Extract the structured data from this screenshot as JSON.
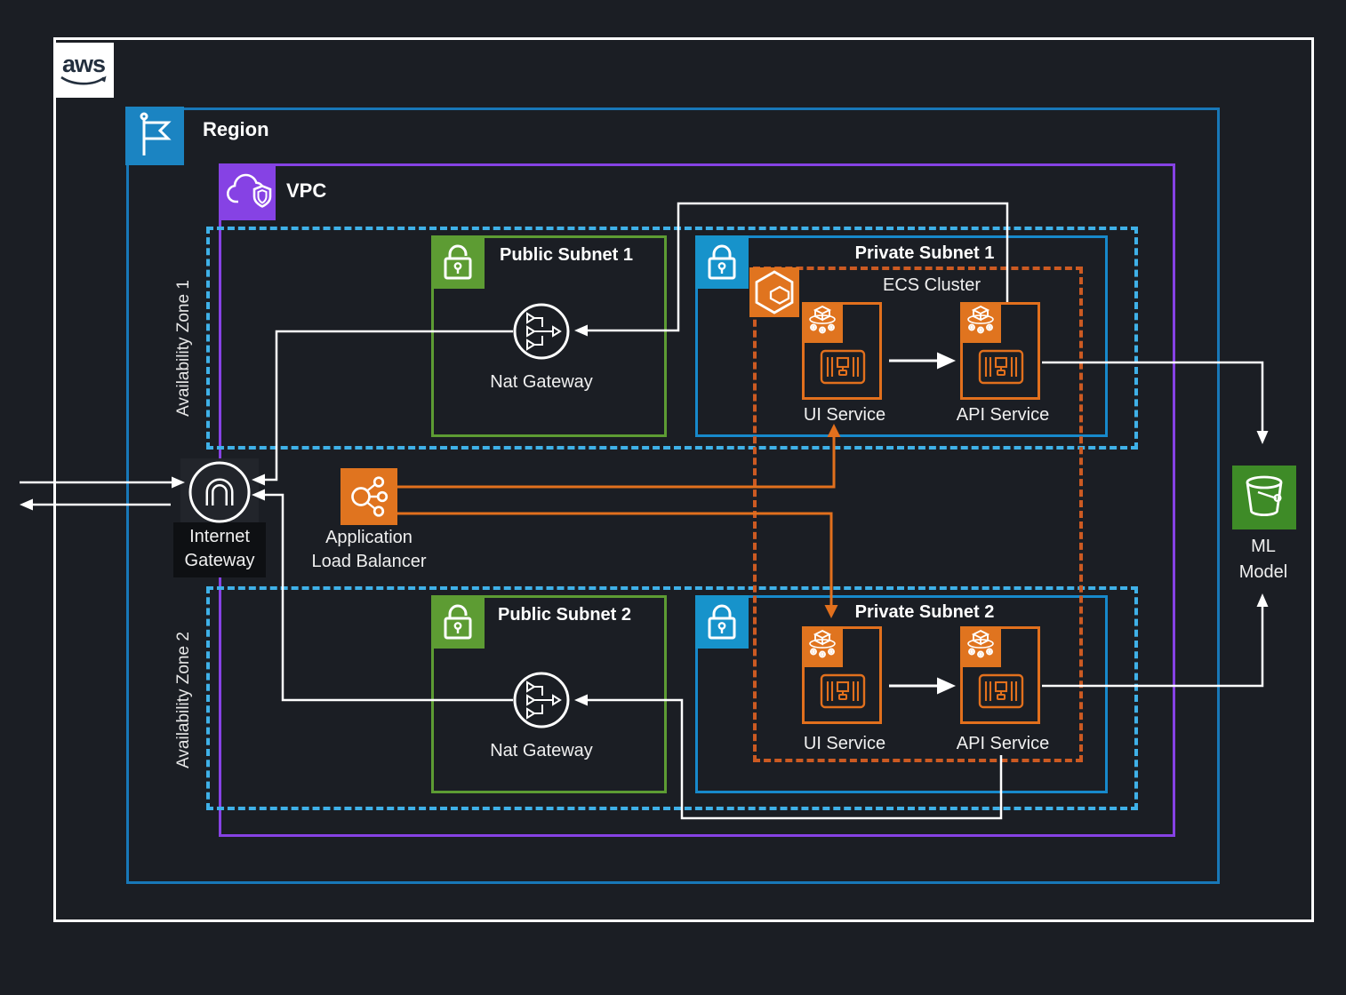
{
  "logo": {
    "text": "aws"
  },
  "region": {
    "label": "Region"
  },
  "vpc": {
    "label": "VPC"
  },
  "zones": [
    {
      "label": "Availability Zone 1"
    },
    {
      "label": "Availability Zone 2"
    }
  ],
  "subnets": {
    "public1": {
      "title": "Public Subnet 1"
    },
    "private1": {
      "title": "Private Subnet 1"
    },
    "public2": {
      "title": "Public Subnet 2"
    },
    "private2": {
      "title": "Private Subnet 2"
    }
  },
  "ecs": {
    "cluster_label": "ECS Cluster",
    "services": {
      "ui1": "UI Service",
      "api1": "API Service",
      "ui2": "UI Service",
      "api2": "API Service"
    }
  },
  "nodes": {
    "nat1": {
      "label": "Nat Gateway"
    },
    "nat2": {
      "label": "Nat Gateway"
    },
    "internet_gateway": {
      "line1": "Internet",
      "line2": "Gateway"
    },
    "load_balancer": {
      "line1": "Application",
      "line2": "Load Balancer"
    },
    "ml_model": {
      "line1": "ML",
      "line2": "Model"
    }
  },
  "icons": {
    "region": "flag-icon",
    "vpc": "cloud-shield-icon",
    "public_subnet": "open-lock-icon",
    "private_subnet": "closed-lock-icon",
    "nat": "nat-gateway-icon",
    "ecs_cluster": "ecs-cluster-icon",
    "ecs_service": "ecs-service-icon",
    "container": "container-icon",
    "alb": "load-balancer-icon",
    "igw": "internet-gateway-icon",
    "ml": "s3-bucket-icon"
  },
  "colors": {
    "background": "#1b1e24",
    "frame": "#ffffff",
    "region_border": "#1878b8",
    "region_icon": "#1b84c2",
    "vpc_purple": "#8642e4",
    "az_dash_cyan": "#3fb1e8",
    "public_green": "#5d9c33",
    "private_blue_border": "#1789cb",
    "private_blue_icon": "#1793cb",
    "ecs_dash_orange": "#cc5a22",
    "service_orange": "#e2701d",
    "icon_orange_fill": "#e0741f",
    "ml_green": "#3e8b27",
    "line_white": "#ffffff",
    "logo_navy": "#232f3e"
  }
}
